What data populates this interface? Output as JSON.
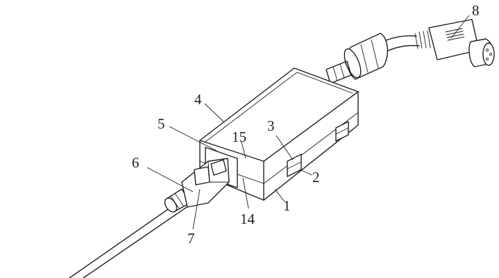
{
  "labels": {
    "l1": "1",
    "l2": "2",
    "l3": "3",
    "l4": "4",
    "l5": "5",
    "l6": "6",
    "l7": "7",
    "l8": "8",
    "l14": "14",
    "l15": "15"
  }
}
